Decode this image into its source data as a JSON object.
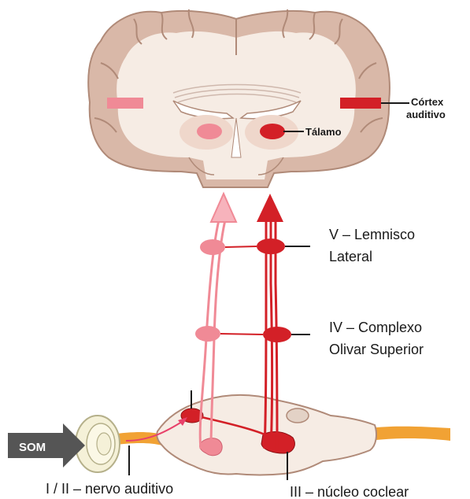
{
  "labels": {
    "cortex_line1": "Córtex",
    "cortex_line2": "auditivo",
    "thalamus": "Tálamo",
    "lemniscus_line1": "V – Lemnisco",
    "lemniscus_line2": "Lateral",
    "olivary_line1": "IV – Complexo",
    "olivary_line2": "Olivar Superior",
    "nerve": "I / II – nervo auditivo",
    "cochlear_nucleus": "III – núcleo coclear",
    "sound": "SOM"
  },
  "colors": {
    "brain_fill": "#f4e6dc",
    "brain_outline": "#b08a78",
    "cortex_band": "#d9b8a8",
    "dark_red": "#d32027",
    "light_red": "#f08a96",
    "nerve_orange": "#f1a234",
    "arrow_gray": "#555555"
  }
}
